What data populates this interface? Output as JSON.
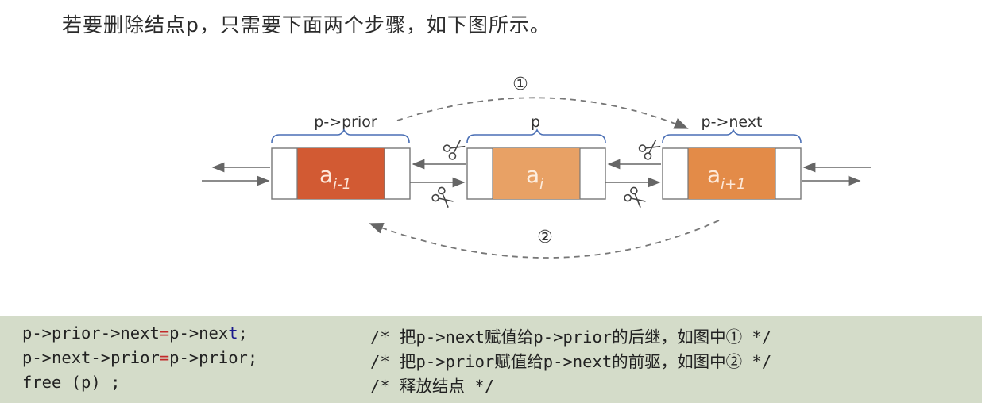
{
  "heading": "若要删除结点p，只需要下面两个步骤，如下图所示。",
  "diagram": {
    "step1": "①",
    "step2": "②",
    "labels": {
      "prior": "p->prior",
      "current": "p",
      "next": "p->next"
    },
    "nodes": [
      {
        "base": "a",
        "sub": "i-1",
        "color": "#d25a33"
      },
      {
        "base": "a",
        "sub": "i",
        "color": "#e8a165"
      },
      {
        "base": "a",
        "sub": "i+1",
        "color": "#e38b48"
      }
    ]
  },
  "code": [
    {
      "left": "p->prior->next",
      "op": "=",
      "right1": "p->nex",
      "right2": "t",
      "end": ";",
      "comment": "/* 把p->next赋值给p->prior的后继，如图中① */"
    },
    {
      "left": "p->next->prior",
      "op": "=",
      "right1": "p->prior",
      "right2": "",
      "end": ";",
      "comment": "/* 把p->prior赋值给p->next的前驱，如图中② */"
    },
    {
      "left": "free (p) ;",
      "op": "",
      "right1": "",
      "right2": "",
      "end": "",
      "comment": "/* 释放结点 */"
    }
  ],
  "colors": {
    "codeBackground": "#d4dcc9",
    "brace": "#4a6fb5",
    "arrow": "#666666"
  }
}
